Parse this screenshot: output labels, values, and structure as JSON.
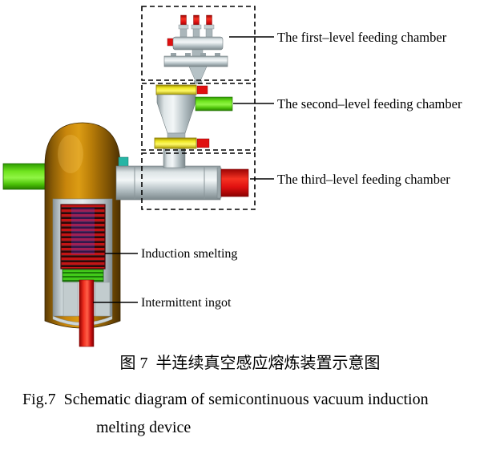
{
  "figure": {
    "labels": {
      "first_level": "The first–level feeding chamber",
      "second_level": "The second–level feeding chamber",
      "third_level": "The third–level feeding chamber",
      "induction_smelting": "Induction smelting",
      "intermittent_ingot": "Intermittent ingot"
    },
    "caption": {
      "chinese": "图 7  半连续真空感应熔炼装置示意图",
      "english_line1": "Fig.7  Schematic diagram of semicontinuous vacuum induction",
      "english_line2": "melting device"
    },
    "colors": {
      "vessel_copper": "#b87c08",
      "feed_pipe_green": "#55d414",
      "valve_red": "#e01010",
      "flange_yellow": "#ede222",
      "chamber_gray": "#b8c4c8",
      "coil_red": "#c41414",
      "connector_teal": "#27b5a5"
    }
  }
}
